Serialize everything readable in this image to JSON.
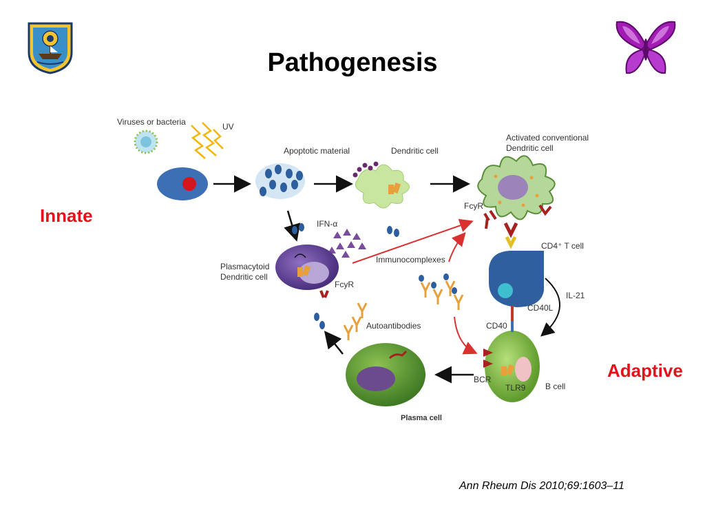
{
  "slide": {
    "title": "Pathogenesis",
    "innate_label": "Innate",
    "adaptive_label": "Adaptive",
    "citation": "Ann Rheum Dis 2010;69:1603–11",
    "accent_color": "#e0141b"
  },
  "diagram": {
    "labels": {
      "viruses": "Viruses or bacteria",
      "uv": "UV",
      "apoptotic": "Apoptotic material",
      "dendritic": "Dendritic cell",
      "activated_1": "Activated conventional",
      "activated_2": "Dendritic cell",
      "ifn": "IFN-α",
      "plasmacytoid_1": "Plasmacytoid",
      "plasmacytoid_2": "Dendritic cell",
      "fcyr_left": "FcyR",
      "fcyr_right": "FcyR",
      "immunocomplexes": "Immunocomplexes",
      "cd4": "CD4⁺ T cell",
      "il21": "IL-21",
      "cd40l": "CD40L",
      "cd40": "CD40",
      "autoantibodies": "Autoantibodies",
      "bcr": "BCR",
      "tlr9": "TLR9",
      "bcell": "B cell",
      "plasma": "Plasma cell"
    }
  },
  "logos": {
    "left": "university-seal",
    "right": "purple-butterfly"
  }
}
